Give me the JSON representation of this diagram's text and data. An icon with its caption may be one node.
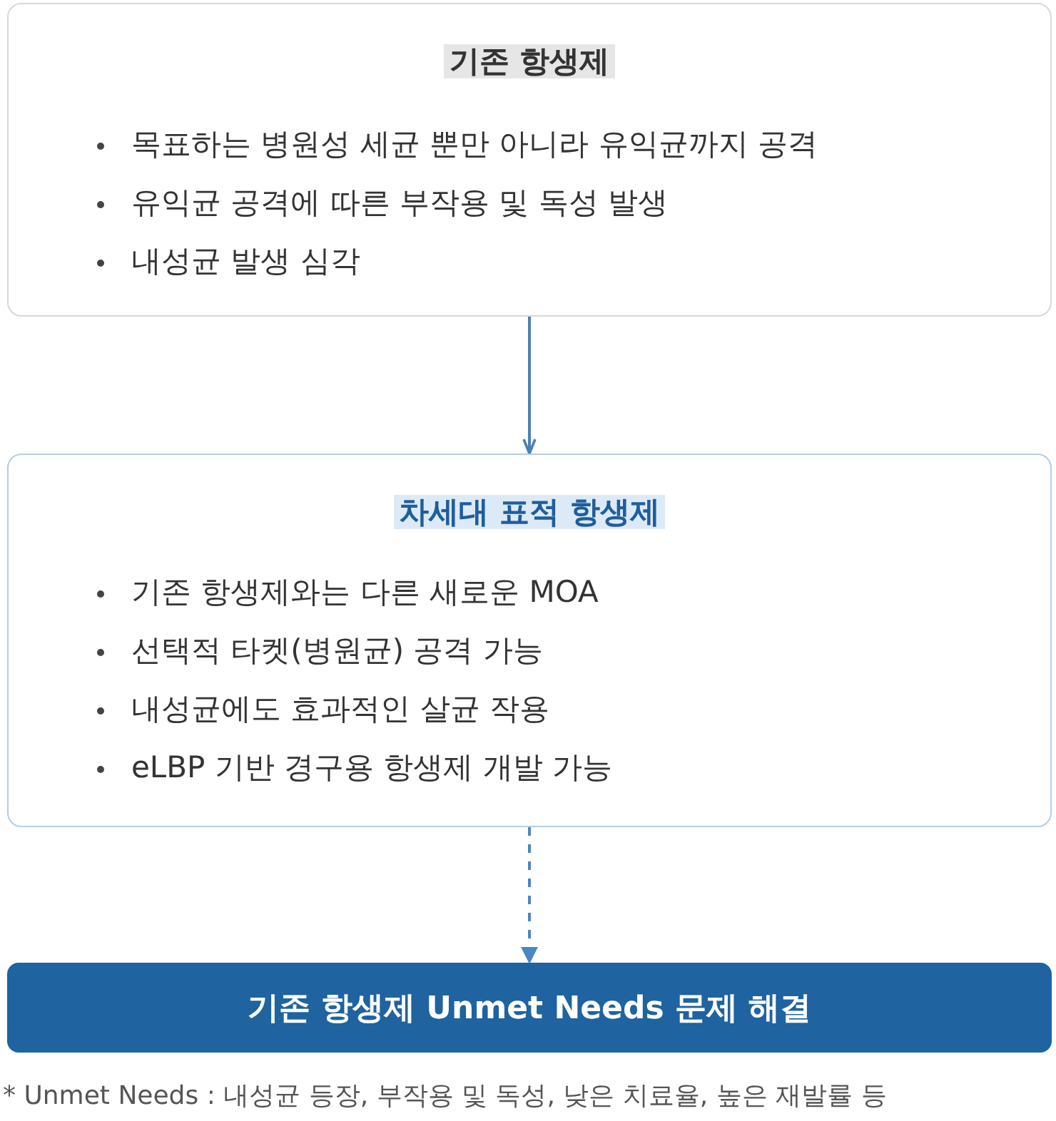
{
  "diagram": {
    "nodes": [
      {
        "text": [
          "기존 항생제",
          "목표하는 병원성 세균 뿐만 아니라 유익균까지 공격",
          "유익균 공격에 따른 부작용 및 독성 발생",
          "내성균 발생 심각"
        ]
      },
      {
        "text": [
          "차세대 표적 항생제",
          "기존 항생제와는 다른 새로운 MOA",
          "선택적 타켓(병원균) 공격 가능",
          "내성균에도 효과적인 살균 작용",
          "eLBP 기반 경구용 항생제 개발 가능"
        ]
      },
      {
        "text": [
          "기존 항생제 Unmet Needs 문제 해결"
        ]
      }
    ],
    "edges": [
      {
        "from": 0,
        "to": 1,
        "arrow": "to"
      },
      {
        "from": 1,
        "to": 2,
        "arrow": "to",
        "style": "dashed"
      }
    ],
    "caption": "* Unmet Needs : 내성균 등장, 부작용 및 독성, 낮은 치료율, 높은 재발률 등"
  }
}
